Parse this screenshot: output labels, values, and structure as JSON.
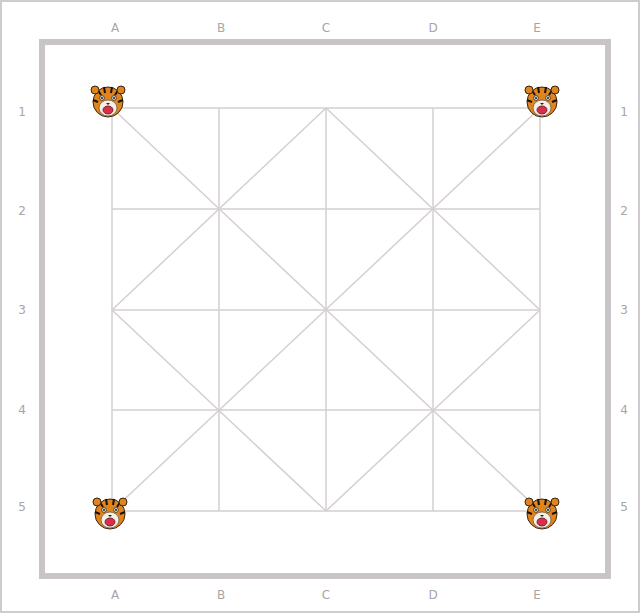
{
  "diagram": {
    "labels": [
      "A",
      "B",
      "C",
      "D",
      "E",
      "1",
      "1",
      "2",
      "2",
      "3",
      "3",
      "4",
      "4",
      "5",
      "5",
      "A",
      "B",
      "C",
      "D",
      "E"
    ]
  }
}
